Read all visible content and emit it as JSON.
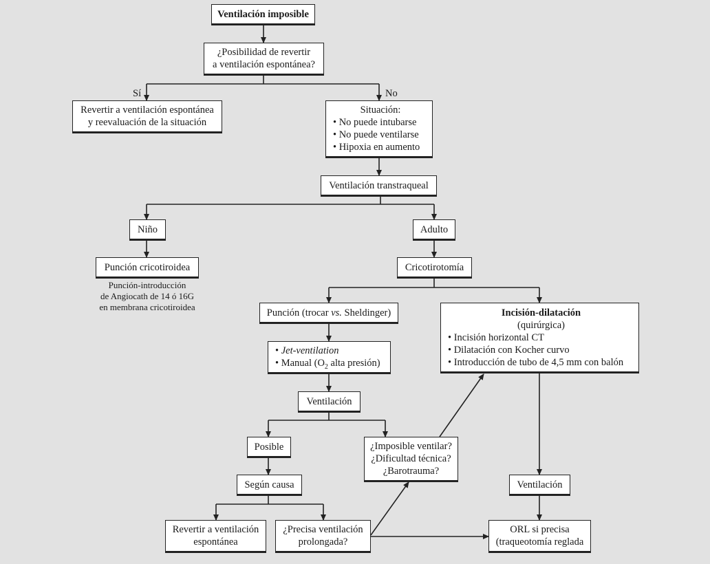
{
  "nodes": {
    "start": [
      "Ventilación imposible"
    ],
    "q1": [
      "¿Posibilidad de revertir",
      "a ventilación espontánea?"
    ],
    "revert": [
      "Revertir a ventilación espontánea",
      "y reevaluación de la situación"
    ],
    "situation": {
      "title": "Situación:",
      "items": [
        "No puede intubarse",
        "No puede ventilarse",
        "Hipoxia en aumento"
      ]
    },
    "transtracheal": [
      "Ventilación transtraqueal"
    ],
    "child": [
      "Niño"
    ],
    "adult": [
      "Adulto"
    ],
    "cricopuncture": [
      "Punción cricotiroidea"
    ],
    "cricotomy": [
      "Cricotirotomía"
    ],
    "puncture": {
      "prefix": "Punción (trocar ",
      "italic": "vs.",
      "suffix": " Sheldinger)"
    },
    "incision": {
      "title": "Incisión-dilatación",
      "subtitle": "(quirúrgica)",
      "items": [
        "Incisión horizontal CT",
        "Dilatación con Kocher curvo",
        "Introducción de tubo de 4,5 mm con balón"
      ]
    },
    "jet": {
      "item1": "Jet-ventilation",
      "item2_prefix": "Manual (O",
      "item2_sub": "2",
      "item2_suffix": " alta presión)"
    },
    "ventilation1": [
      "Ventilación"
    ],
    "possible": [
      "Posible"
    ],
    "impossible": [
      "¿Imposible ventilar?",
      "¿Dificultad técnica?",
      "¿Barotrauma?"
    ],
    "cause": [
      "Según causa"
    ],
    "ventilation2": [
      "Ventilación"
    ],
    "revert2": [
      "Revertir a ventilación",
      "espontánea"
    ],
    "prolonged": [
      "¿Precisa ventilación",
      "prolongada?"
    ],
    "orl": [
      "ORL si precisa",
      "(traqueotomía reglada"
    ]
  },
  "labels": {
    "yes": "Sí",
    "no": "No"
  },
  "note": [
    "Punción-introducción",
    "de Angiocath de 14 ó 16G",
    "en membrana cricotiroidea"
  ],
  "colors": {
    "background": "#e2e2e2",
    "box": "#ffffff",
    "line": "#222222"
  }
}
